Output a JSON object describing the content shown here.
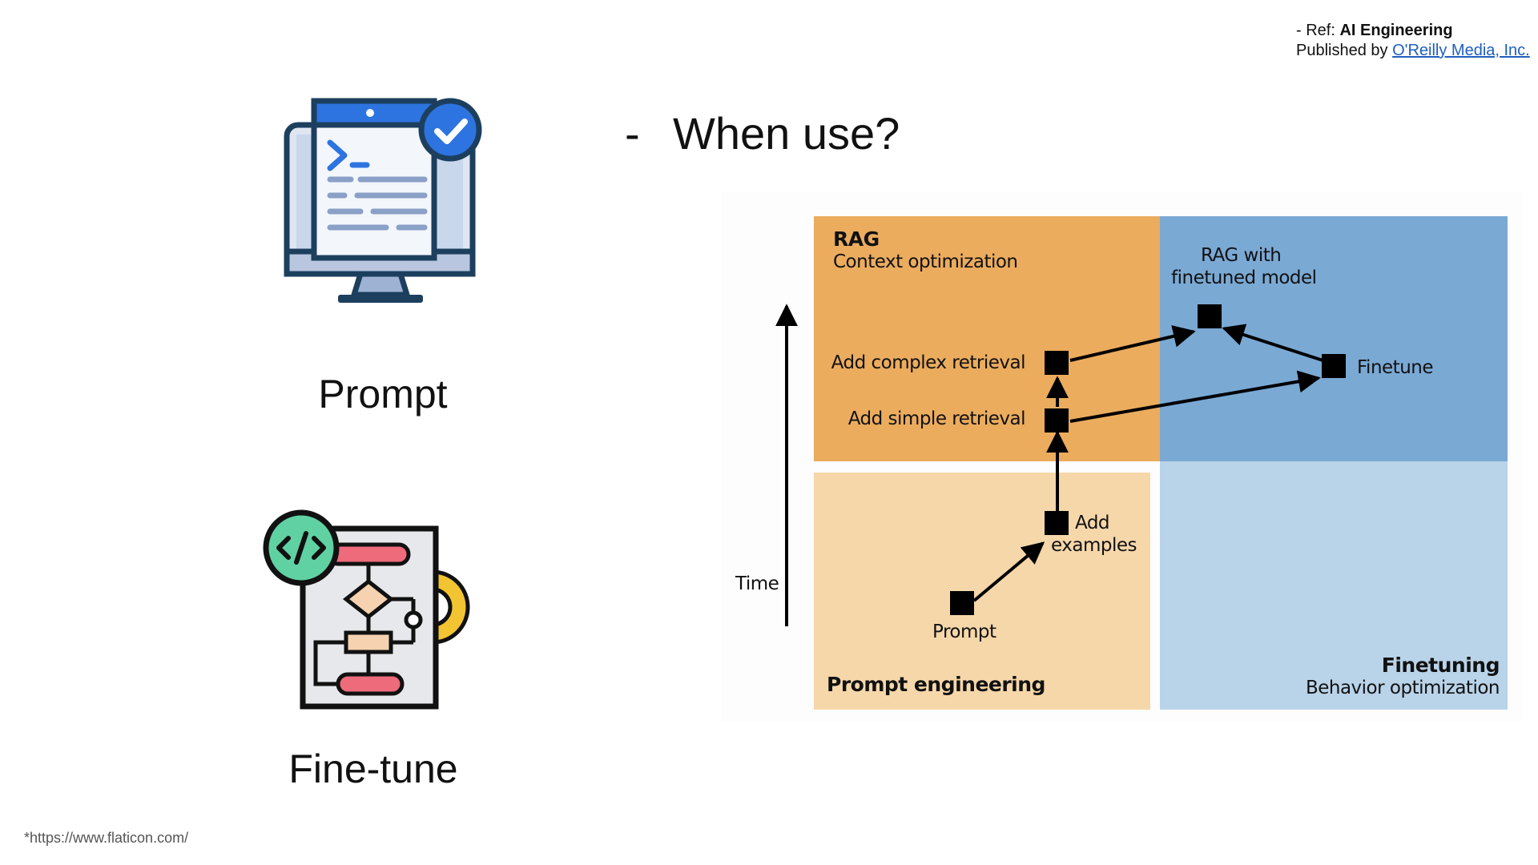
{
  "reference": {
    "prefix": "- Ref: ",
    "book": "AI Engineering",
    "published_by": "Published by ",
    "publisher": "O'Reilly Media, Inc."
  },
  "heading": {
    "bullet": "-",
    "text": "When use?"
  },
  "icons": {
    "prompt": {
      "icon": "computer-terminal-icon",
      "caption": "Prompt"
    },
    "finetune": {
      "icon": "code-flowchart-gear-icon",
      "caption": "Fine-tune"
    }
  },
  "credit": "*https://www.flaticon.com/",
  "diagram": {
    "axis_label": "Time",
    "quadrants": {
      "rag": {
        "title": "RAG",
        "subtitle": "Context optimization",
        "color": "#ebac5e"
      },
      "rag_ft": {
        "title_line1": "RAG with",
        "title_line2": "finetuned model",
        "color": "#7aa9d4"
      },
      "prompt": {
        "title": "Prompt engineering",
        "color": "#f6d7aa"
      },
      "finetuning": {
        "title": "Finetuning",
        "subtitle": "Behavior optimization",
        "color": "#b9d3e9"
      }
    },
    "nodes": {
      "prompt": "Prompt",
      "add_examples_1": "Add",
      "add_examples_2": "examples",
      "simple_retrieval": "Add simple retrieval",
      "complex_retrieval": "Add complex retrieval",
      "finetune": "Finetune"
    }
  }
}
